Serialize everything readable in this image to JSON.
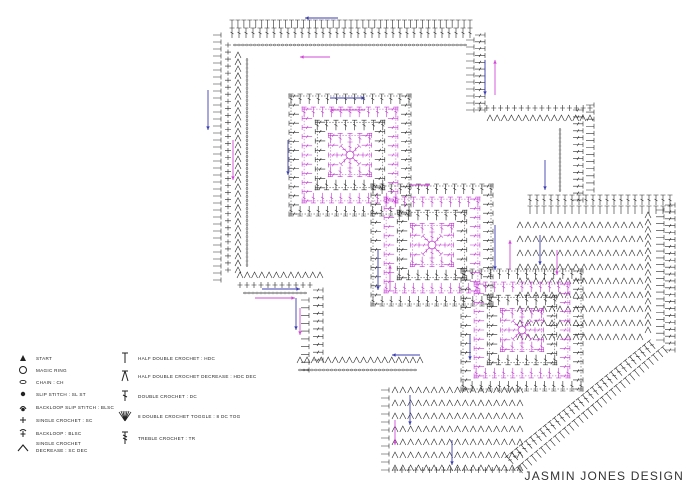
{
  "brand": "JASMIN JONES DESIGN",
  "colors": {
    "ink": "#2a2a2a",
    "accent": "#c23ad1",
    "arrow_pink": "#d24bd8",
    "arrow_blue": "#3d3fb0"
  },
  "legend": {
    "left": [
      {
        "label": "START",
        "icon": "start-triangle-icon"
      },
      {
        "label": "MAGIC RING",
        "icon": "magic-ring-icon"
      },
      {
        "label": "CHAIN : ch",
        "icon": "chain-icon"
      },
      {
        "label": "SLIP STITCH : sl st",
        "icon": "slip-stitch-icon"
      },
      {
        "label": "BACKLOOP SLIP STITCH : BLsc",
        "icon": "backloop-slip-stitch-icon"
      },
      {
        "label": "SINGLE CROCHET : sc",
        "icon": "single-crochet-icon"
      },
      {
        "label": "BACKLOOP : BLsc",
        "icon": "backloop-icon"
      },
      {
        "label": "SINGLE CROCHET DECREASE : sc dec",
        "icon": "sc-decrease-icon"
      }
    ],
    "right": [
      {
        "label": "HALF DOUBLE CROCHET : hdc",
        "icon": "half-double-crochet-icon"
      },
      {
        "label": "HALF DOUBLE CROCHET DECREASE : hdc dec",
        "icon": "hdc-decrease-icon"
      },
      {
        "label": "DOUBLE CROCHET : dc",
        "icon": "double-crochet-icon"
      },
      {
        "label": "8 DOUBLE CROCHET TOGGLE : 8 dc tog",
        "icon": "dc-toggle-icon"
      },
      {
        "label": "TREBLE CROCHET : tr",
        "icon": "treble-crochet-icon"
      }
    ]
  }
}
